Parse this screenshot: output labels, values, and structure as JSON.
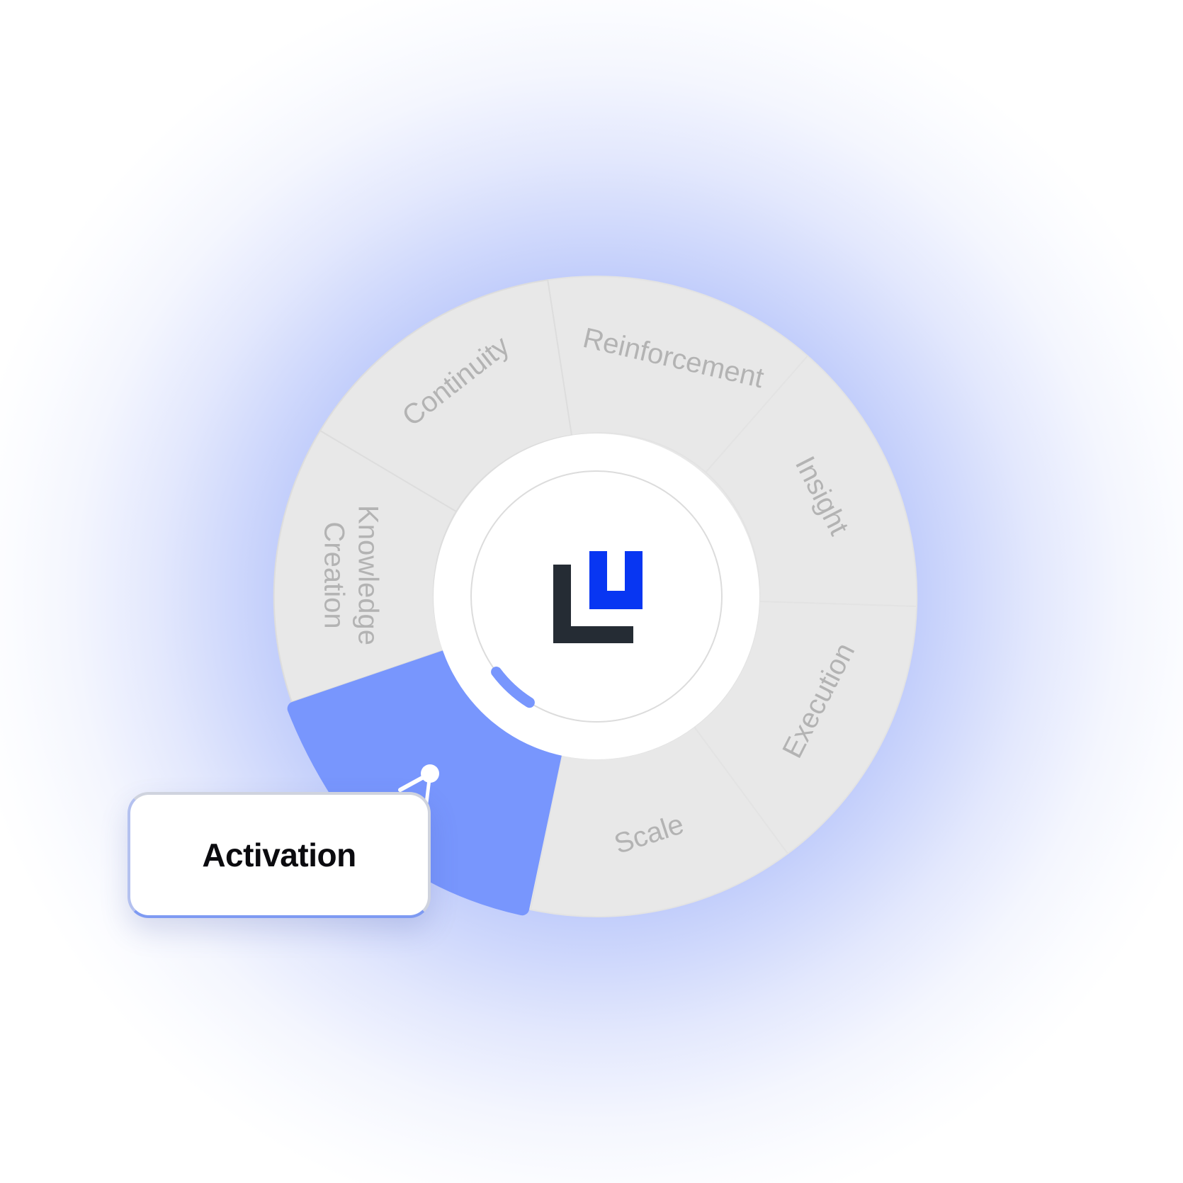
{
  "diagram": {
    "segments": [
      {
        "label": "Reinforcement"
      },
      {
        "label": "Insight"
      },
      {
        "label": "Execution"
      },
      {
        "label": "Scale"
      },
      {
        "label": "Activation",
        "active": true
      },
      {
        "label_line1": "Knowledge",
        "label_line2": "Creation"
      },
      {
        "label": "Continuity"
      }
    ],
    "callout": {
      "label": "Activation"
    },
    "colors": {
      "segment": "#e8e8e8",
      "segment_divider": "#dddddd",
      "active_segment": "#7896fd",
      "label": "#b3b3b3",
      "hub": "#ffffff",
      "logo_dark": "#252c34",
      "logo_blue": "#0836f2",
      "progress_arc": "#7896fd",
      "glow": "#9aacf8"
    },
    "center_logo": {
      "icon": "brand-logo-icon"
    }
  }
}
